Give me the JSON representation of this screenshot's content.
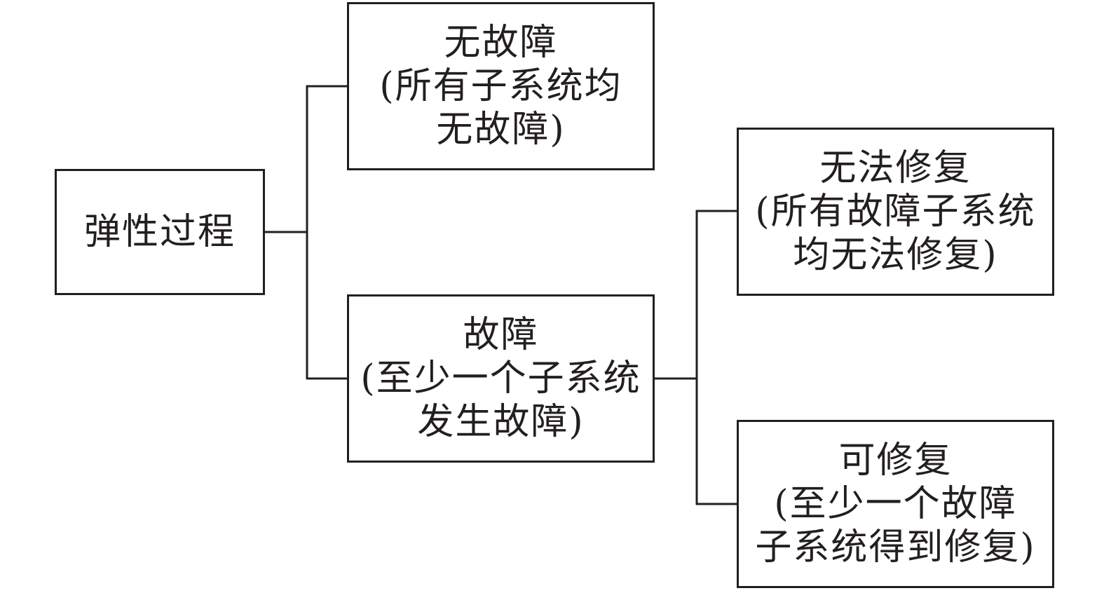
{
  "diagram": {
    "nodes": {
      "root": {
        "lines": [
          "弹性过程"
        ]
      },
      "no_fault": {
        "lines": [
          "无故障",
          "(所有子系统均",
          "无故障)"
        ]
      },
      "fault": {
        "lines": [
          "故障",
          "(至少一个子系统",
          "发生故障)"
        ]
      },
      "unrepairable": {
        "lines": [
          "无法修复",
          "(所有故障子系统",
          "均无法修复)"
        ]
      },
      "repairable": {
        "lines": [
          "可修复",
          "(至少一个故障",
          "子系统得到修复)"
        ]
      }
    },
    "edges": [
      {
        "from": "root",
        "to": "no_fault"
      },
      {
        "from": "root",
        "to": "fault"
      },
      {
        "from": "fault",
        "to": "unrepairable"
      },
      {
        "from": "fault",
        "to": "repairable"
      }
    ],
    "line_color": "#231f20",
    "box_border_color": "#231f20"
  }
}
